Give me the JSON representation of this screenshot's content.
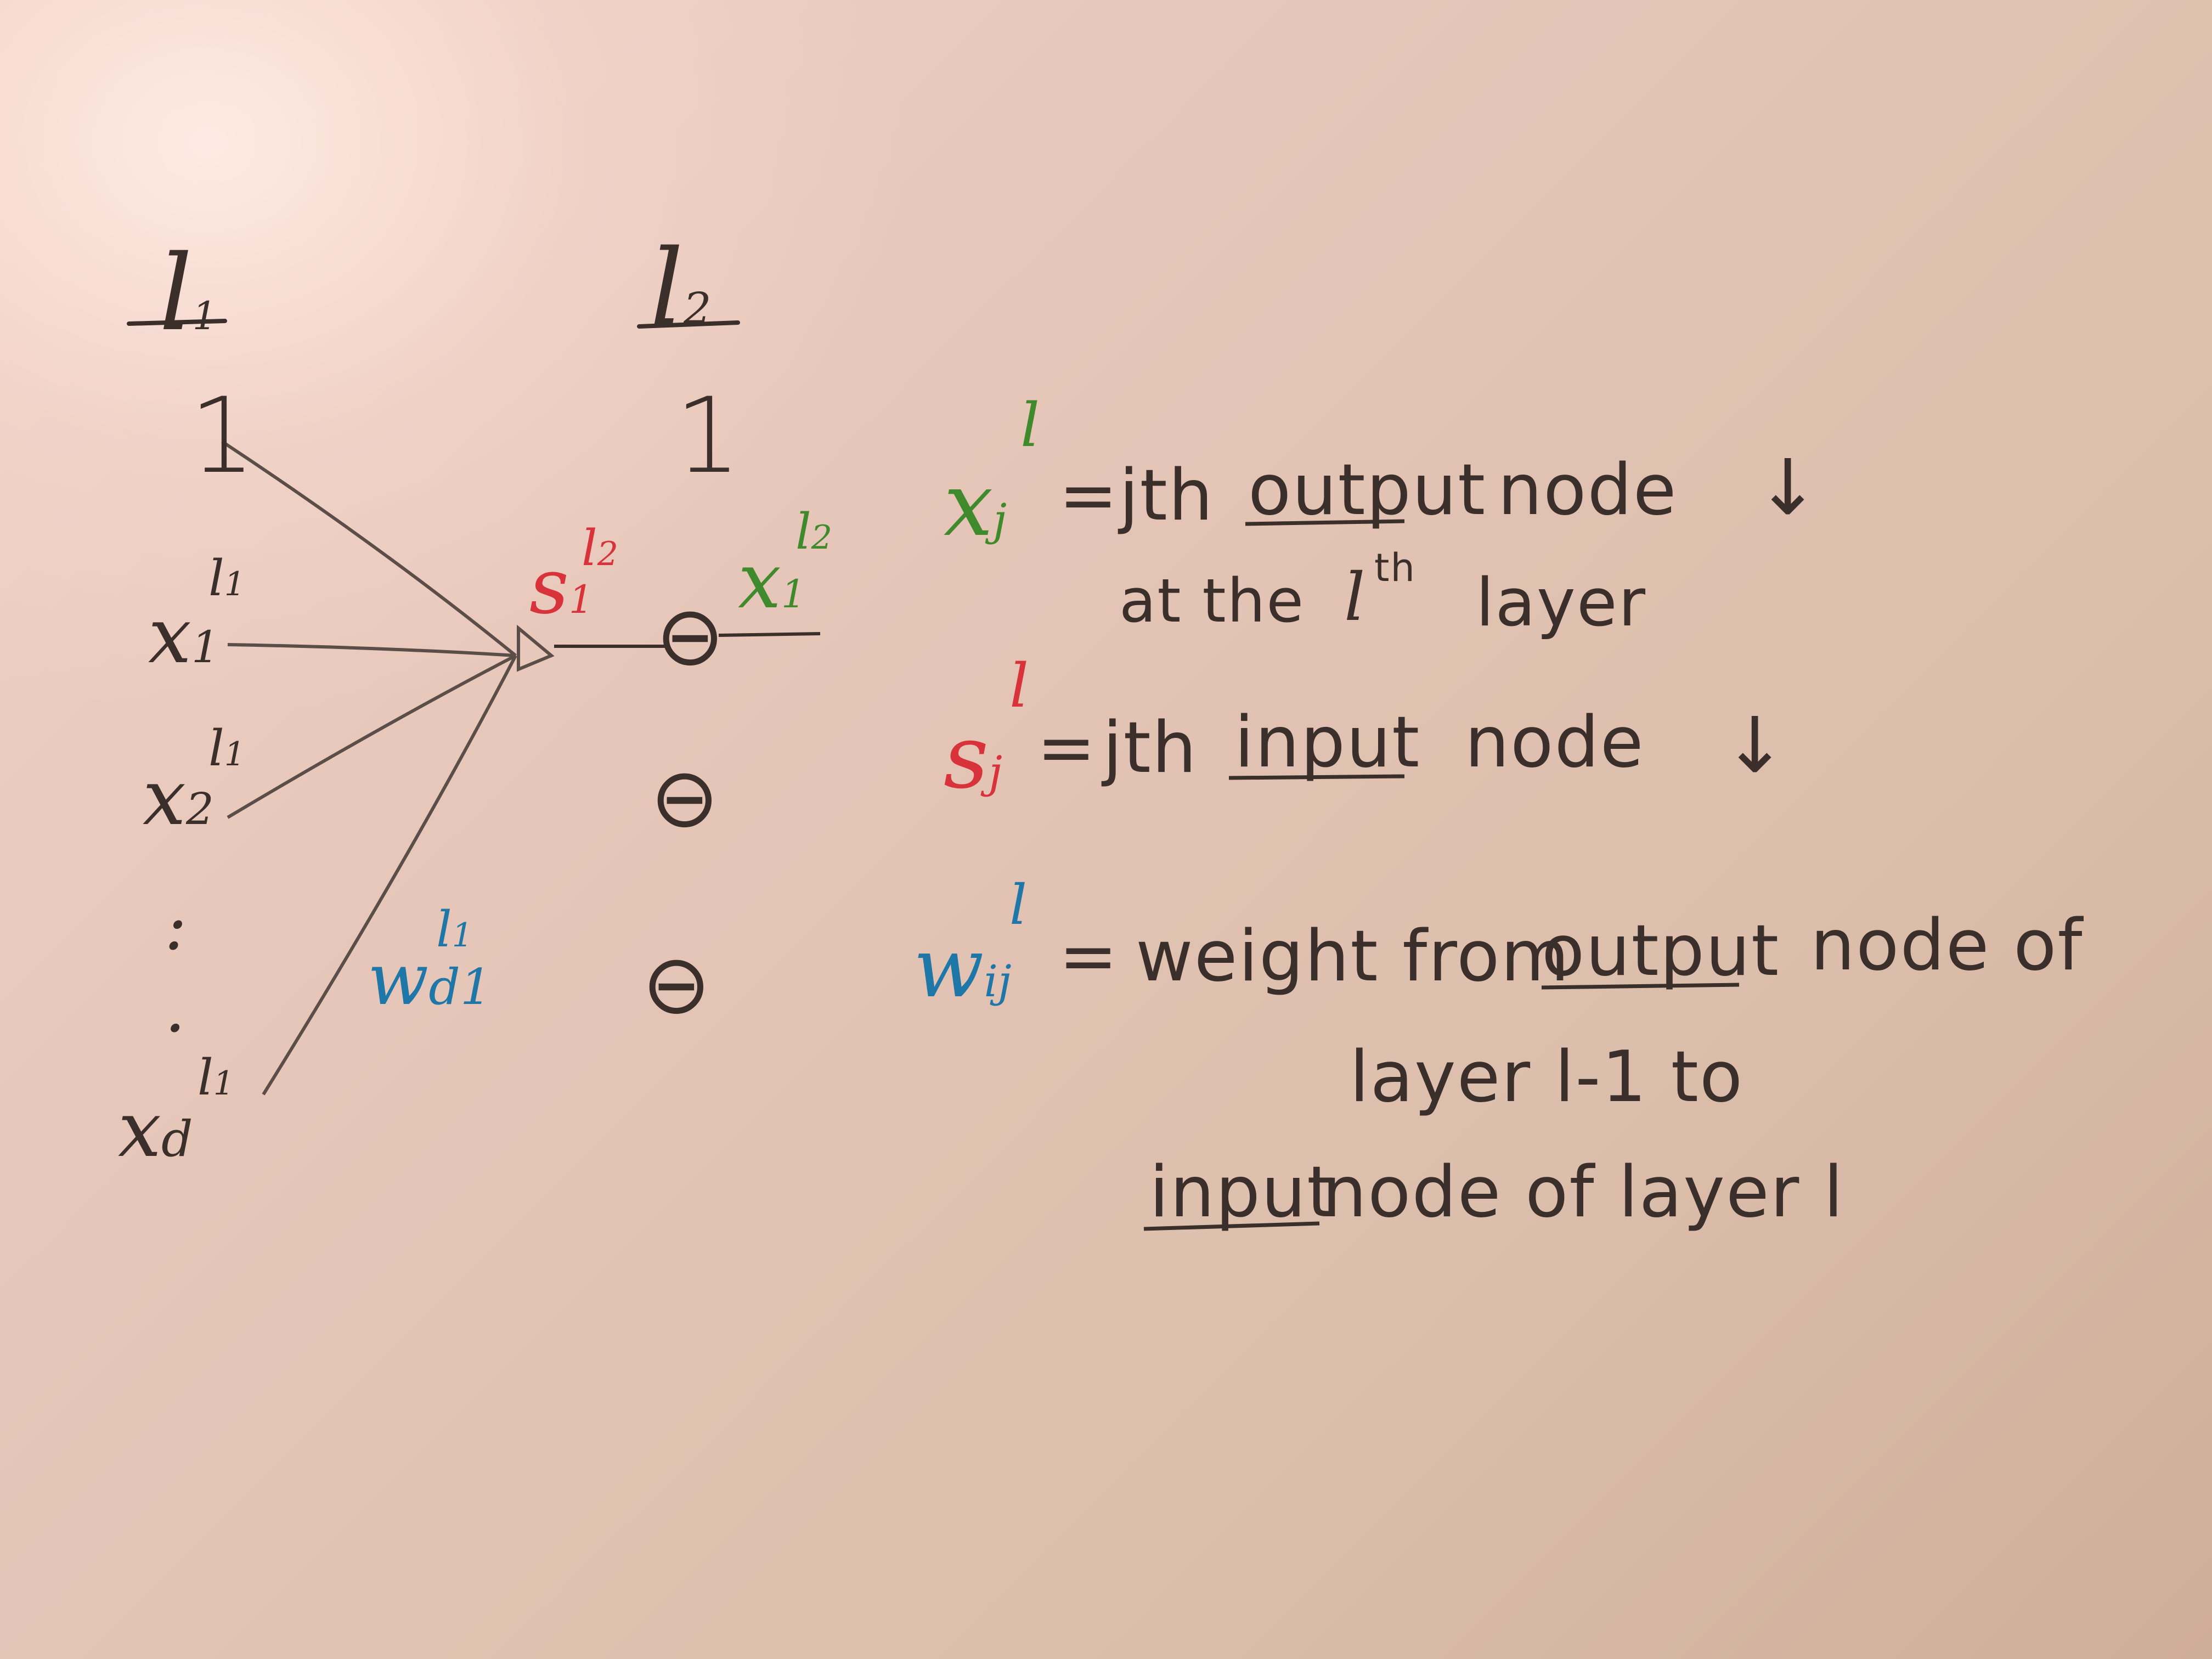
{
  "layers": {
    "l1": "l",
    "l1_sub": "1",
    "l2": "l",
    "l2_sub": "2",
    "bias1": "1",
    "bias2": "1"
  },
  "inputs": {
    "x1": {
      "base": "x",
      "sub": "1",
      "sup": "l",
      "sup_sub": "1"
    },
    "x2": {
      "base": "x",
      "sub": "2",
      "sup": "l",
      "sup_sub": "1"
    },
    "dots": ":",
    "dots2": ".",
    "xd": {
      "base": "x",
      "sub": "d",
      "sup": "l",
      "sup_sub": "1"
    }
  },
  "neuron": {
    "s": {
      "base": "s",
      "sub": "1",
      "sup": "l",
      "sup_sub": "2"
    },
    "theta": "⊖",
    "x_out": {
      "base": "x",
      "sub": "1",
      "sup": "l",
      "sup_sub": "2"
    }
  },
  "weight_label": {
    "base": "w",
    "sub": "d1",
    "sup": "l",
    "sup_sub": "1"
  },
  "definitions": {
    "x_def": {
      "lhs_base": "x",
      "lhs_sub": "j",
      "lhs_sup": "l",
      "eq": "=",
      "text1": "jth",
      "text2": "output",
      "text3": "node",
      "arrow": "↓",
      "line2": "at the",
      "line2b": "l",
      "line2c": "th",
      "line2d": "layer"
    },
    "s_def": {
      "lhs_base": "s",
      "lhs_sub": "j",
      "lhs_sup": "l",
      "eq": "=",
      "text1": "jth",
      "text2": "input",
      "text3": "node",
      "arrow": "↓"
    },
    "w_def": {
      "lhs_base": "w",
      "lhs_sub": "ij",
      "lhs_sup": "l",
      "eq": "=",
      "text1": "weight from",
      "text2": "output",
      "text3": "node of",
      "line2": "layer l-1 to",
      "line3a": "input",
      "line3b": "node of layer l"
    }
  },
  "colors": {
    "ink": "#3a2f2a",
    "red": "#d8323a",
    "green": "#3f8a2c",
    "blue": "#1f77a8"
  }
}
